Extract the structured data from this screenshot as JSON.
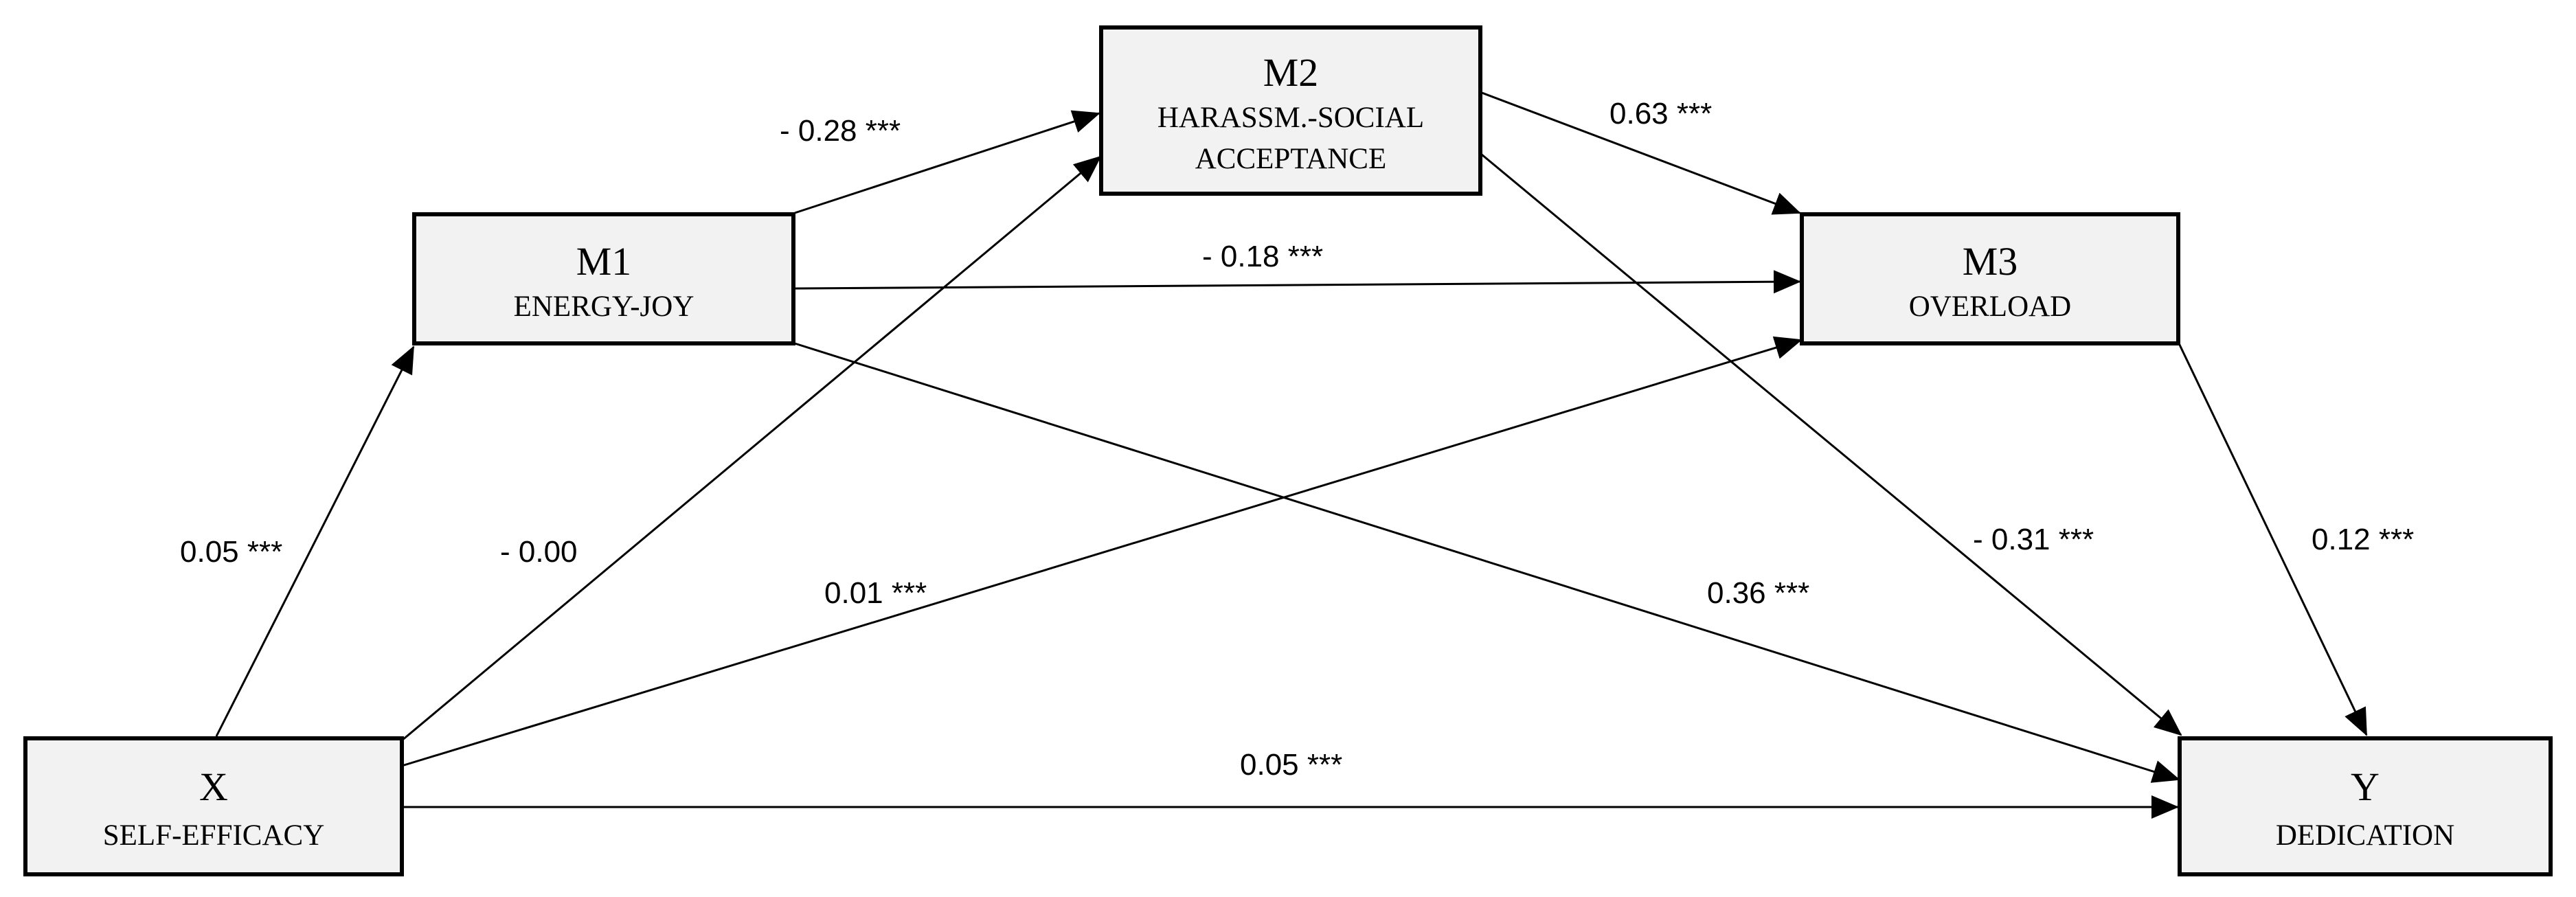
{
  "nodes": {
    "x": {
      "title": "X",
      "subtitle": "SELF-EFFICACY"
    },
    "m1": {
      "title": "M1",
      "subtitle": "ENERGY-JOY"
    },
    "m2": {
      "title": "M2",
      "subtitle_line1": "HARASSM.-SOCIAL",
      "subtitle_line2": "ACCEPTANCE"
    },
    "m3": {
      "title": "M3",
      "subtitle": "OVERLOAD"
    },
    "y": {
      "title": "Y",
      "subtitle": "DEDICATION"
    }
  },
  "edges": {
    "x_m1": "0.05 ***",
    "x_m2": "- 0.00",
    "x_m3": "0.01 ***",
    "x_y": "0.05 ***",
    "m1_m2": "- 0.28 ***",
    "m1_m3": "- 0.18 ***",
    "m1_y": "0.36 ***",
    "m2_m3": "0.63 ***",
    "m2_y": "- 0.31 ***",
    "m3_y": "0.12 ***"
  }
}
